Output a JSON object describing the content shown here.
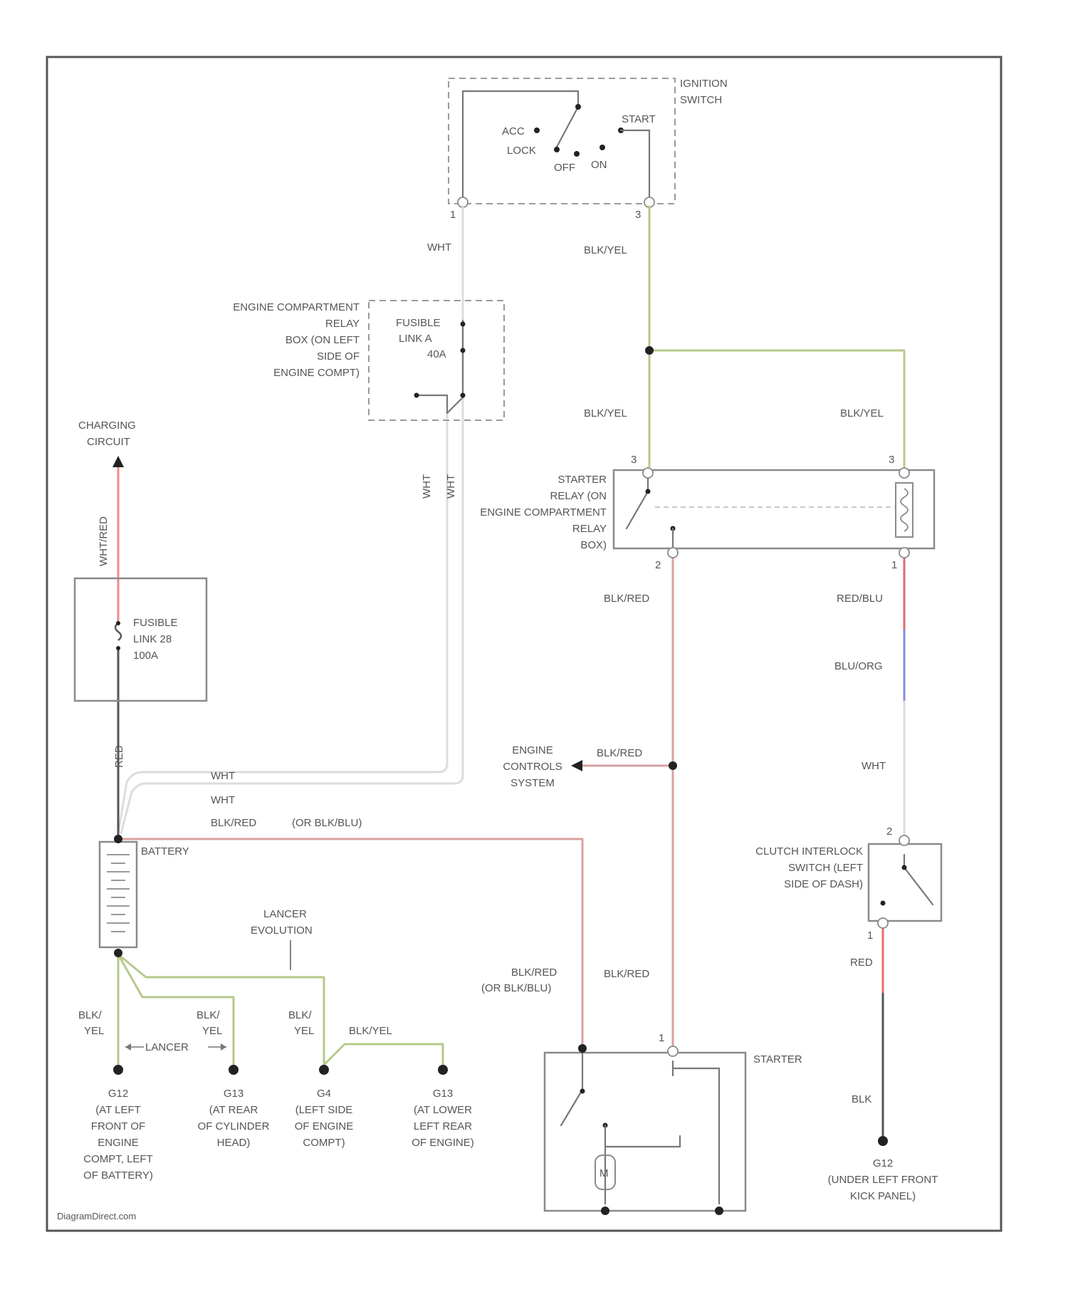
{
  "colors": {
    "frame": "#555555",
    "wire_wht": "#dcdcdc",
    "wire_blk_yel": "#b6c98a",
    "wire_blk_red": "#d9a0a0",
    "wire_red_blu": "#e06a6a",
    "wire_blu_org": "#8a8ce0",
    "wire_red": "#ee6a6a",
    "wire_blk": "#555555",
    "wire_wht_red": "#f08c8c",
    "ground_dot": "#222222"
  },
  "components": {
    "ignition_switch": {
      "label_1": "IGNITION",
      "label_2": "SWITCH",
      "pos_acc": "ACC",
      "pos_lock": "LOCK",
      "pos_off": "OFF",
      "pos_on": "ON",
      "pos_start": "START",
      "pin_1": "1",
      "pin_2": "3"
    },
    "relay_box": {
      "label": [
        "ENGINE COMPARTMENT",
        "RELAY",
        "BOX (ON LEFT",
        "SIDE OF",
        "ENGINE COMPT)"
      ],
      "fusible": [
        "FUSIBLE",
        "LINK A",
        "40A"
      ]
    },
    "starter_relay": {
      "label": [
        "STARTER",
        "RELAY (ON",
        "ENGINE COMPARTMENT",
        "RELAY",
        "BOX)"
      ],
      "pin_tl": "3",
      "pin_tr": "3",
      "pin_bl": "2",
      "pin_br": "1"
    },
    "charging": {
      "label_1": "CHARGING",
      "label_2": "CIRCUIT"
    },
    "fusible_main": {
      "lines": [
        "FUSIBLE",
        "LINK 28",
        "100A"
      ]
    },
    "battery": {
      "label": "BATTERY"
    },
    "engine_controls": {
      "label": [
        "ENGINE",
        "CONTROLS",
        "SYSTEM"
      ]
    },
    "clutch": {
      "label": [
        "CLUTCH INTERLOCK",
        "SWITCH (LEFT",
        "SIDE OF DASH)"
      ],
      "pin_top": "2",
      "pin_bottom": "1"
    },
    "starter": {
      "label": "STARTER",
      "pin": "1",
      "motor": "M"
    },
    "variant": {
      "evolution_1": "LANCER",
      "evolution_2": "EVOLUTION",
      "lancer": "LANCER"
    },
    "grounds": {
      "g1": [
        "G12",
        "(AT LEFT",
        "FRONT OF",
        "ENGINE",
        "COMPT, LEFT",
        "OF BATTERY)"
      ],
      "g2": [
        "G13",
        "(AT REAR",
        "OF CYLINDER",
        "HEAD)"
      ],
      "g3": [
        "G4",
        "(LEFT SIDE",
        "OF ENGINE",
        "COMPT)"
      ],
      "g4": [
        "G13",
        "(AT LOWER",
        "LEFT REAR",
        "OF ENGINE)"
      ],
      "g5": [
        "G12",
        "(UNDER LEFT FRONT",
        "KICK PANEL)"
      ]
    }
  },
  "wire_labels": {
    "wht_top": "WHT",
    "blk_yel_1": "BLK/YEL",
    "blk_yel_2": "BLK/YEL",
    "blk_yel_3": "BLK/YEL",
    "wht_v1": "WHT",
    "wht_v2": "WHT",
    "wht_red": "WHT/RED",
    "red_main": "RED",
    "blk_red_1": "BLK/RED",
    "red_blu": "RED/BLU",
    "blu_org": "BLU/ORG",
    "wht_mid": "WHT",
    "blk_red_2": "BLK/RED",
    "wht_h1": "WHT",
    "wht_h2": "WHT",
    "blk_red_h": "BLK/RED",
    "or_blk_blu_h": "(OR BLK/BLU)",
    "blk_red_3a": "BLK/RED",
    "blk_red_3b": "(OR BLK/BLU)",
    "blk_red_4": "BLK/RED",
    "red_clutch": "RED",
    "blk_g5": "BLK",
    "blk_yel_a1": "BLK/",
    "blk_yel_a2": "YEL",
    "blk_yel_b1": "BLK/",
    "blk_yel_b2": "YEL",
    "blk_yel_c1": "BLK/",
    "blk_yel_c2": "YEL",
    "blk_yel_d": "BLK/YEL"
  },
  "footer": "DiagramDirect.com"
}
